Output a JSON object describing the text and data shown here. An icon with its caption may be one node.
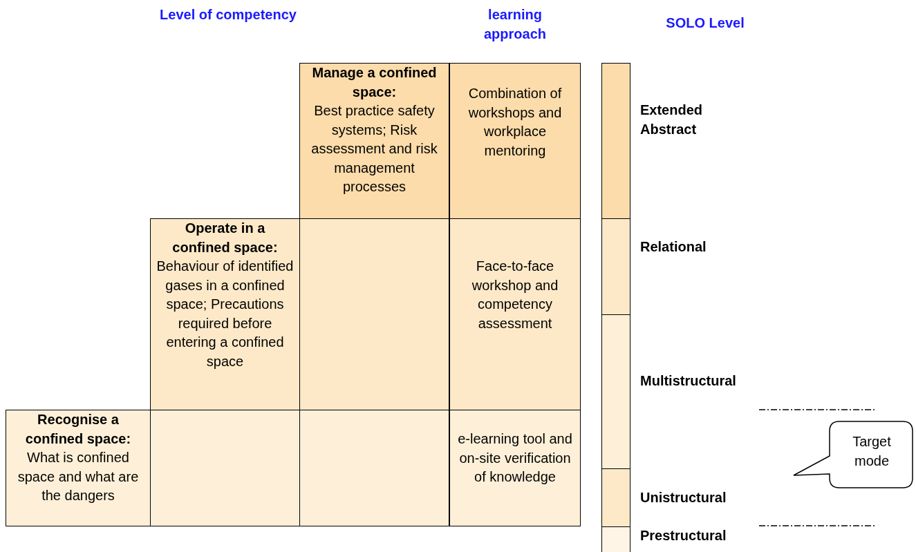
{
  "diagram": {
    "nodes": [
      {
        "text": [
          "Manage a confined space:",
          "Best practice safety systems; Risk assessment and risk management processes"
        ]
      },
      {
        "text": [
          "Combination of workshops and workplace mentoring"
        ]
      },
      {
        "text": [],
        "shape": "box",
        "beside": [
          "Extended Abstract"
        ]
      },
      {
        "text": [
          "Operate in a confined space:",
          "Behaviour of identified gases in a confined space; Precautions required before entering a confined space"
        ]
      },
      {
        "text": [],
        "shape": "box"
      },
      {
        "text": [
          "Face-to-face workshop and competency assessment"
        ]
      },
      {
        "text": [],
        "shape": "box",
        "beside": [
          "Relational"
        ]
      },
      {
        "text": [],
        "shape": "box",
        "beside": [
          "Multistructural"
        ]
      },
      {
        "text": [
          "Recognise a confined space:",
          "What is confined space and what are the dangers"
        ]
      },
      {
        "text": [],
        "shape": "box"
      },
      {
        "text": [],
        "shape": "box"
      },
      {
        "text": [
          "e-learning tool and on-site verification of knowledge"
        ]
      },
      {
        "text": [
          "Target mode"
        ]
      },
      {
        "text": [],
        "shape": "box",
        "beside": [
          "Unistructural"
        ]
      },
      {
        "text": [],
        "shape": "box",
        "beside": [
          "Prestructural"
        ]
      }
    ],
    "labels": [
      "Level of competency",
      "learning approach",
      "SOLO Level"
    ]
  }
}
